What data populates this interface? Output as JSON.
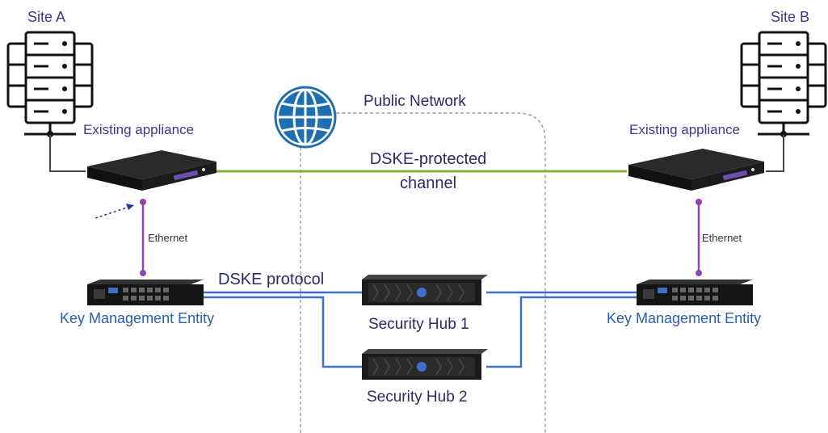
{
  "site_a": {
    "label": "Site A",
    "appliance_label": "Existing appliance",
    "link_label": "Ethernet",
    "kme_label": "Key Management Entity"
  },
  "site_b": {
    "label": "Site B",
    "appliance_label": "Existing appliance",
    "link_label": "Ethernet",
    "kme_label": "Key Management Entity"
  },
  "network": {
    "label": "Public Network"
  },
  "channel": {
    "line1": "DSKE-protected",
    "line2": "channel"
  },
  "protocol": {
    "label": "DSKE protocol"
  },
  "hubs": [
    {
      "label": "Security Hub 1"
    },
    {
      "label": "Security Hub 2"
    }
  ],
  "icons": {
    "server_rack": "server-rack-icon",
    "globe": "globe-icon",
    "appliance": "network-appliance-icon",
    "switch": "switch-icon",
    "hub": "rack-server-icon"
  },
  "colors": {
    "channel_line": "#7cb342",
    "protocol_line": "#3f6fc9",
    "ethernet_line": "#8e44ad",
    "text_dark": "#2a2a6a",
    "kme_text": "#2a5db0",
    "globe": "#1f6fb0"
  }
}
